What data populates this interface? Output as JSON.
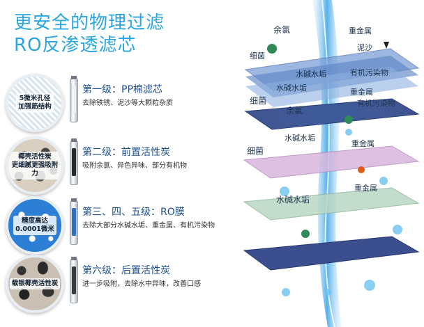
{
  "title": {
    "line1": "更安全的物理过滤",
    "line2": "RO反渗透滤芯"
  },
  "stages": [
    {
      "circle_label": "5微米孔径\n加强筋结构",
      "name": "第一级：PP棉滤芯",
      "desc": "去除铁锈、泥沙等大颗粒杂质"
    },
    {
      "circle_label": "椰壳活性炭\n吏细腻更强吸附力",
      "name": "第二级：前置活性炭",
      "desc": "吸附余氯、异色异味、部分有机物"
    },
    {
      "circle_label": "精度高达\n0.0001微米",
      "name": "第三、四、五级：RO膜",
      "desc": "去除大部分水碱水垢、重金属、有机污染物"
    },
    {
      "circle_label": "载银椰壳活性炭",
      "name": "第六级：后置活性炭",
      "desc": "进一步吸附，去除水中异味，改善口感"
    }
  ],
  "diagram_labels": {
    "top_chlorine": "余氯",
    "top_heavy_metal": "重金属",
    "top_bacteria": "细菌",
    "top_sand": "泥沙",
    "l1_scale": "水碱水垢",
    "l1_organic": "有机污染物",
    "l1b_scale": "水碱水垢",
    "l1b_metal": "重金属",
    "l1b_organic": "有机污染物",
    "l2_bacteria": "细菌",
    "l2_chlorine": "余氯",
    "l3_scale": "水碱水垢",
    "l3_metal": "重金属",
    "l4_bacteria": "细菌",
    "l5_metal": "重金属",
    "l6_scale": "水碱水垢"
  },
  "colors": {
    "title": "#2aa5e0",
    "stage_name": "#1d4f8f",
    "layer_blue": "#5f86c6",
    "layer_pink": "#d9b7de",
    "layer_green": "#b9d7c4",
    "layer_navy": "#3b4f8e"
  },
  "icons": [
    "bacteria-icon",
    "sand-icon",
    "water-stream-icon",
    "bubble-icon"
  ]
}
